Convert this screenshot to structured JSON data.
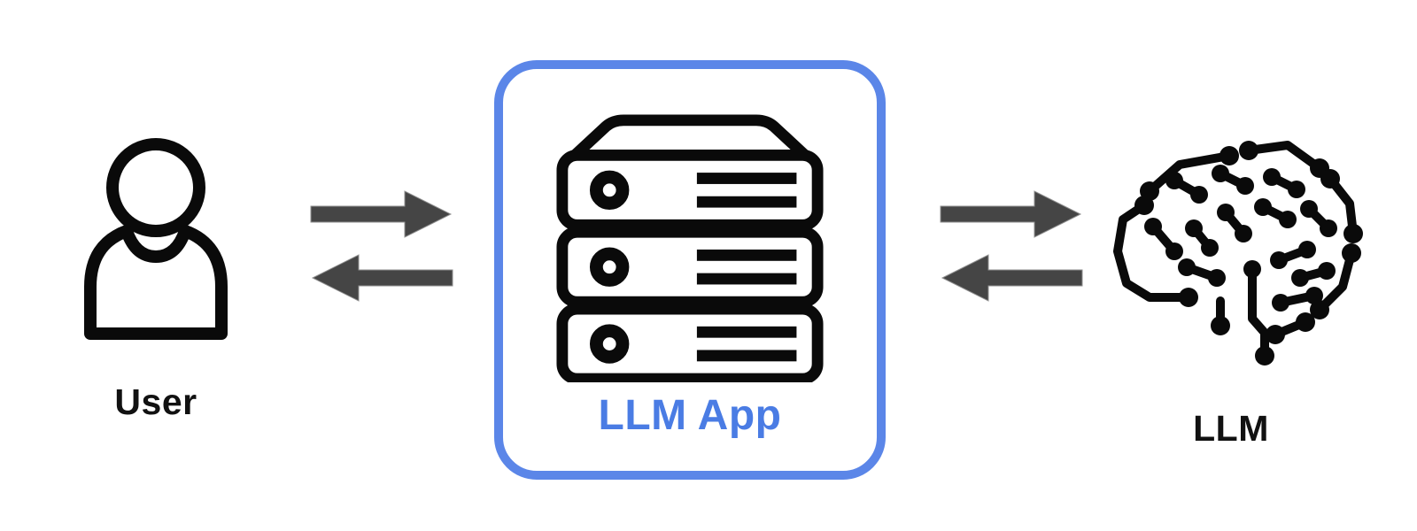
{
  "diagram": {
    "nodes": {
      "user": {
        "label": "User",
        "icon": "person-icon"
      },
      "llm_app": {
        "label": "LLM App",
        "icon": "server-stack-icon"
      },
      "llm": {
        "label": "LLM",
        "icon": "circuit-brain-icon"
      }
    },
    "connections": [
      {
        "from": "user",
        "to": "llm_app",
        "bidirectional": true
      },
      {
        "from": "llm_app",
        "to": "llm",
        "bidirectional": true
      }
    ]
  },
  "colors": {
    "background": "#ffffff",
    "box_border_blue": "#5b86e8",
    "label_blue": "#4a7ce4",
    "arrow_gray": "#454545",
    "icon_black": "#0a0a0a",
    "label_black": "#111111"
  }
}
